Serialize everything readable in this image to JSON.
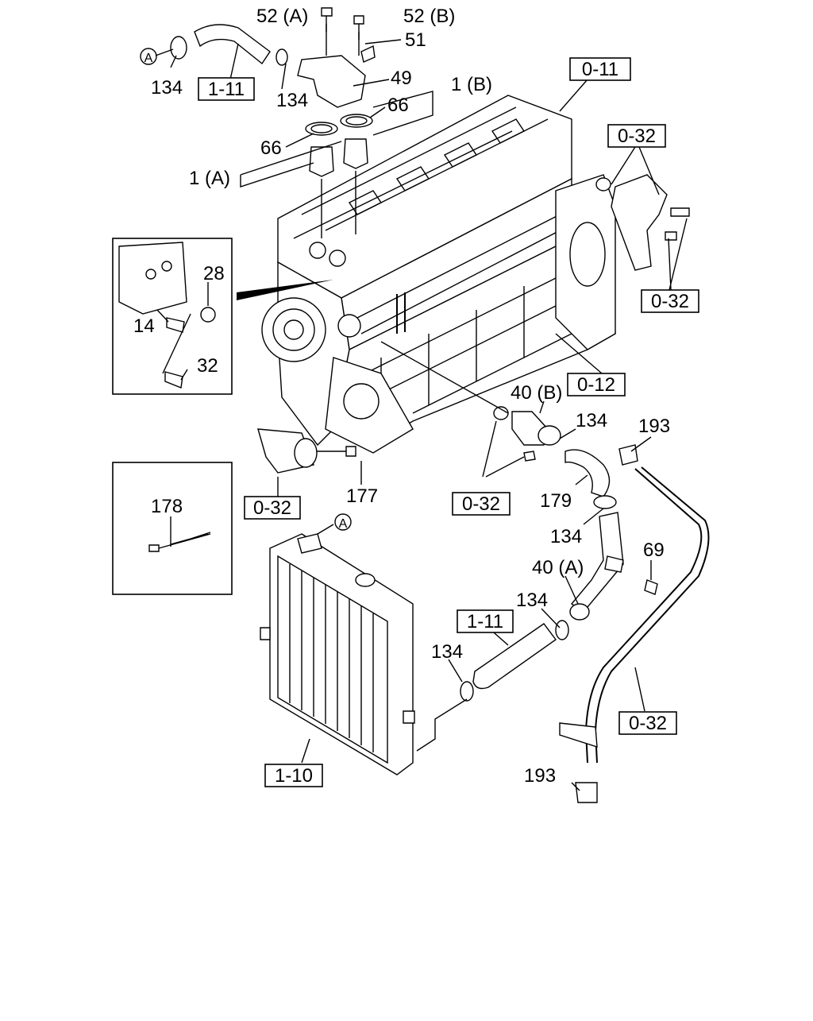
{
  "labels": {
    "p52a": "52 (A)",
    "p52b": "52 (B)",
    "p51": "51",
    "p49": "49",
    "p66a": "66",
    "p66b": "66",
    "p1b": "1 (B)",
    "p1a": "1 (A)",
    "p134_tl": "134",
    "p134_tl2": "134",
    "p28": "28",
    "p14": "14",
    "p32": "32",
    "p177": "177",
    "p40b": "40 (B)",
    "p134_m": "134",
    "p193_t": "193",
    "p179": "179",
    "p134_m2": "134",
    "p69": "69",
    "p40a": "40 (A)",
    "p134_b": "134",
    "p134_b2": "134",
    "p193_b": "193",
    "p178": "178"
  },
  "circle_refs": {
    "a_top": "A",
    "a_bottom": "A"
  },
  "ref_boxes": {
    "r_1_11_top": "1-11",
    "r_0_11": "0-11",
    "r_0_32_tr": "0-32",
    "r_0_32_r": "0-32",
    "r_0_12": "0-12",
    "r_0_32_ml": "0-32",
    "r_0_32_mc": "0-32",
    "r_1_11_bot": "1-11",
    "r_0_32_br": "0-32",
    "r_1_10": "1-10"
  }
}
